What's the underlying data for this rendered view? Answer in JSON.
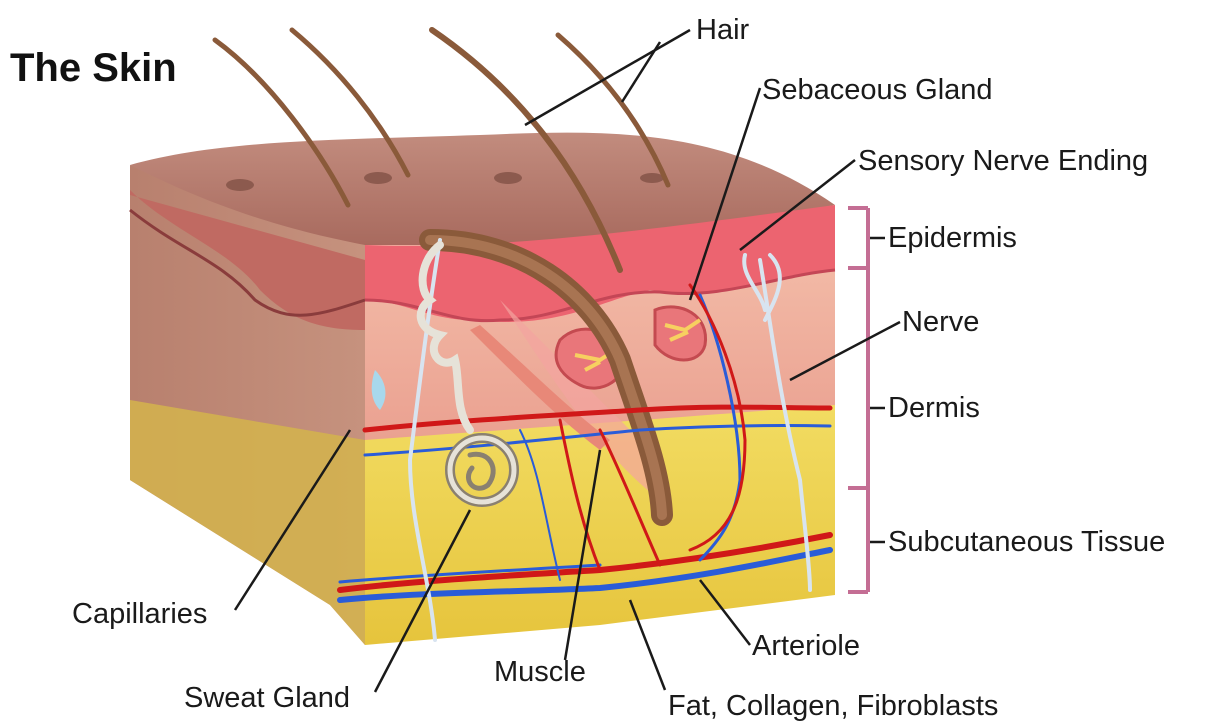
{
  "title": "The Skin",
  "labels": {
    "hair": "Hair",
    "sebaceous_gland": "Sebaceous Gland",
    "sensory_nerve_ending": "Sensory Nerve Ending",
    "epidermis": "Epidermis",
    "nerve": "Nerve",
    "dermis": "Dermis",
    "subcutaneous_tissue": "Subcutaneous Tissue",
    "capillaries": "Capillaries",
    "muscle": "Muscle",
    "arteriole": "Arteriole",
    "sweat_gland": "Sweat Gland",
    "fat_collagen_fibroblasts": "Fat, Collagen, Fibroblasts"
  },
  "colors": {
    "skin_surface": "#b4776a",
    "epidermis": "#e9646e",
    "dermis": "#f0b4a0",
    "subcutaneous": "#ecd24a",
    "artery": "#d01818",
    "vein": "#2a5cd8",
    "nerve": "#d8e4f0",
    "hair": "#8a5a3a",
    "bracket": "#c46e94"
  }
}
